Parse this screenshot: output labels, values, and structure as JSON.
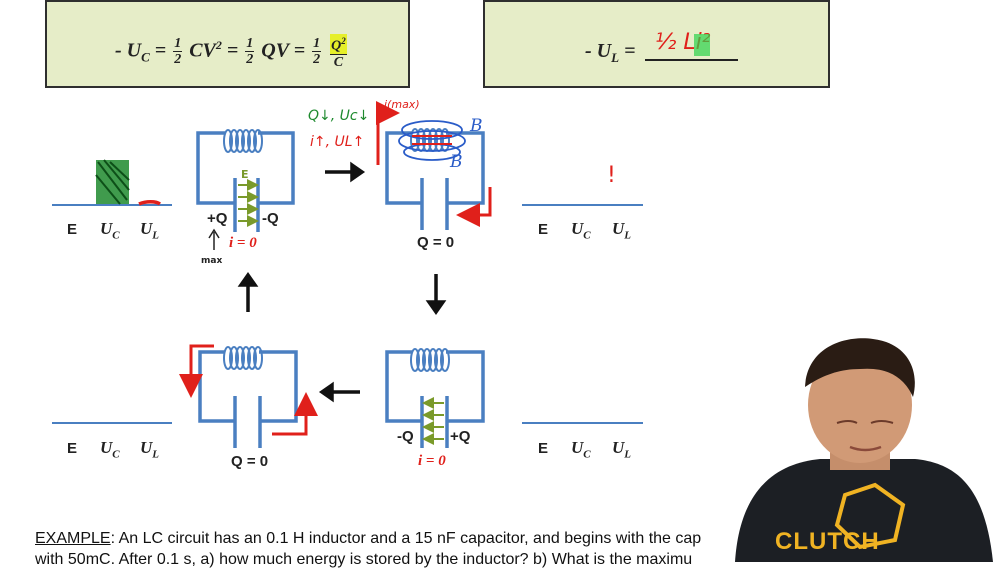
{
  "boxes": {
    "left_equation": {
      "prefix": "- U",
      "sub": "C",
      "terms": [
        "= ",
        "CV",
        "2",
        " = ",
        "QV",
        " = "
      ],
      "half": {
        "num": "1",
        "den": "2"
      },
      "q2c": {
        "num": "Q2",
        "den": "C"
      }
    },
    "right_equation": {
      "prefix": "- U",
      "sub": "L",
      "eq": "=",
      "handwritten": "½ Li²"
    }
  },
  "annotations": {
    "q_down_uc_down": "Q↓, Uc↓",
    "i_up_ul_up": "i↑, UL↑",
    "i_max": "i(max)",
    "b_label": "B",
    "e_label": "E",
    "max_label": "max",
    "exclaim": "!"
  },
  "circuits": {
    "top_left": {
      "left_charge": "+Q",
      "right_charge": "-Q",
      "current": "i = 0"
    },
    "top_right": {
      "charge": "Q = 0"
    },
    "bottom_right": {
      "left_charge": "-Q",
      "right_charge": "+Q",
      "current": "i = 0"
    },
    "bottom_left": {
      "charge": "Q = 0"
    }
  },
  "bar_labels": {
    "e": "E",
    "uc": "U",
    "uc_sub": "C",
    "ul": "U",
    "ul_sub": "L"
  },
  "example": {
    "word": "EXAMPLE",
    "line1": ": An LC circuit has an 0.1 H inductor and a 15 nF capacitor, and begins with the cap",
    "line2": "with 50mC. After 0.1 s, a) how much energy is stored by the inductor? b) What is the maximu"
  },
  "shirt": {
    "text": "CLUTCH"
  },
  "colors": {
    "box_bg": "#e6edc8",
    "circuit_blue": "#4a7fc1",
    "arrow_red": "#e0201b",
    "field_green": "#7a9a2a",
    "handwriting_green": "#1e8a2e"
  }
}
